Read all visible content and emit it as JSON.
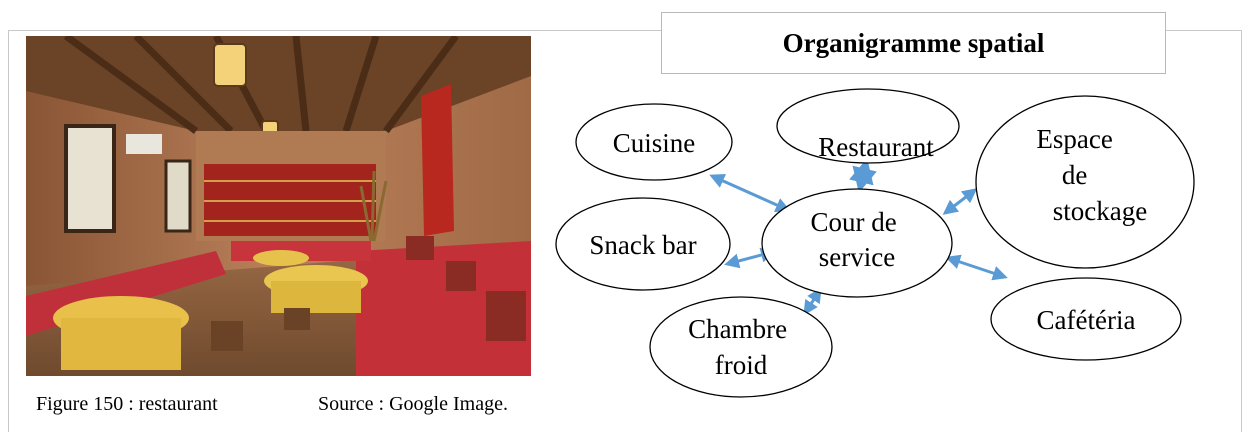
{
  "diagram": {
    "title": "Organigramme spatial",
    "nodes": [
      {
        "id": "cuisine",
        "lines": [
          "Cuisine"
        ]
      },
      {
        "id": "restaurant",
        "lines": [
          "Restaurant"
        ]
      },
      {
        "id": "stockage",
        "lines": [
          "Espace",
          "de",
          "stockage"
        ]
      },
      {
        "id": "cour",
        "lines": [
          "Cour de",
          "service"
        ]
      },
      {
        "id": "snack",
        "lines": [
          "Snack bar"
        ]
      },
      {
        "id": "cafeteria",
        "lines": [
          "Cafétéria"
        ]
      },
      {
        "id": "chambre",
        "lines": [
          "Chambre",
          "froid"
        ]
      }
    ],
    "edges": [
      {
        "from": "cuisine",
        "to": "cour",
        "type": "double-arrow"
      },
      {
        "from": "restaurant",
        "to": "cour",
        "type": "double-arrow"
      },
      {
        "from": "stockage",
        "to": "cour",
        "type": "double-arrow"
      },
      {
        "from": "snack",
        "to": "cour",
        "type": "double-arrow"
      },
      {
        "from": "cafeteria",
        "to": "cour",
        "type": "double-arrow"
      },
      {
        "from": "chambre",
        "to": "cour",
        "type": "double-arrow"
      }
    ],
    "arrow_color": "#5b9bd5"
  },
  "figure": {
    "caption": "Figure 150 : restaurant",
    "source": "Source : Google Image."
  }
}
